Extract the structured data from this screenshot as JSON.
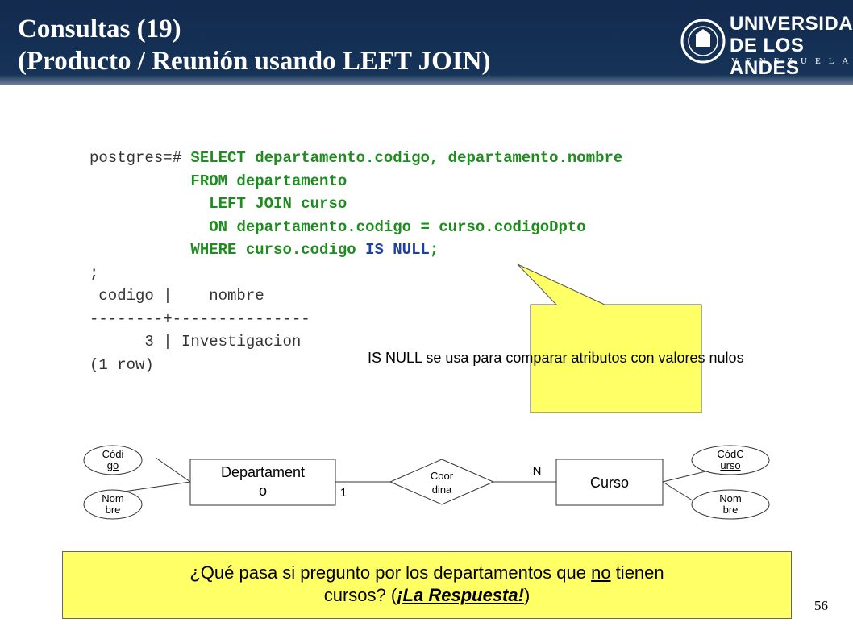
{
  "header": {
    "title_line1": "Consultas (19)",
    "title_line2": "(Producto / Reunión usando LEFT JOIN)",
    "logo_line1": "UNIVERSIDAD",
    "logo_line2": "DE LOS ANDES",
    "logo_line3": "VENEZUELA"
  },
  "code": {
    "prompt": "postgres=# ",
    "l1": "SELECT departamento.codigo, departamento.nombre",
    "l2": "FROM departamento",
    "l3": "LEFT JOIN curso",
    "l4": "ON departamento.codigo = curso.codigoDpto",
    "l5a": "WHERE curso.codigo ",
    "l5b": "IS NULL",
    "l5c": ";",
    "l6": ";",
    "l7": " codigo |    nombre",
    "l8": "--------+---------------",
    "l9": "      3 | Investigacion",
    "l10": "(1 row)"
  },
  "callout": {
    "text": "IS NULL se usa para comparar atributos con valores nulos"
  },
  "diagram": {
    "entity_left": [
      "Departament",
      "o"
    ],
    "entity_right": "Curso",
    "relationship": [
      "Coor",
      "dina"
    ],
    "card_left": "1",
    "card_right": "N",
    "attrs_left": [
      [
        "Códi",
        "go"
      ],
      [
        "Nom",
        "bre"
      ]
    ],
    "attrs_right": [
      [
        "CódC",
        "urso"
      ],
      [
        "Nom",
        "bre"
      ]
    ]
  },
  "bottom": {
    "q1": "¿Qué pasa si pregunto por los departamentos que ",
    "q_no": "no",
    "q2": " tienen",
    "q3": "cursos? (",
    "q_link": "¡La Respuesta!",
    "q4": ")"
  },
  "page_number": "56"
}
